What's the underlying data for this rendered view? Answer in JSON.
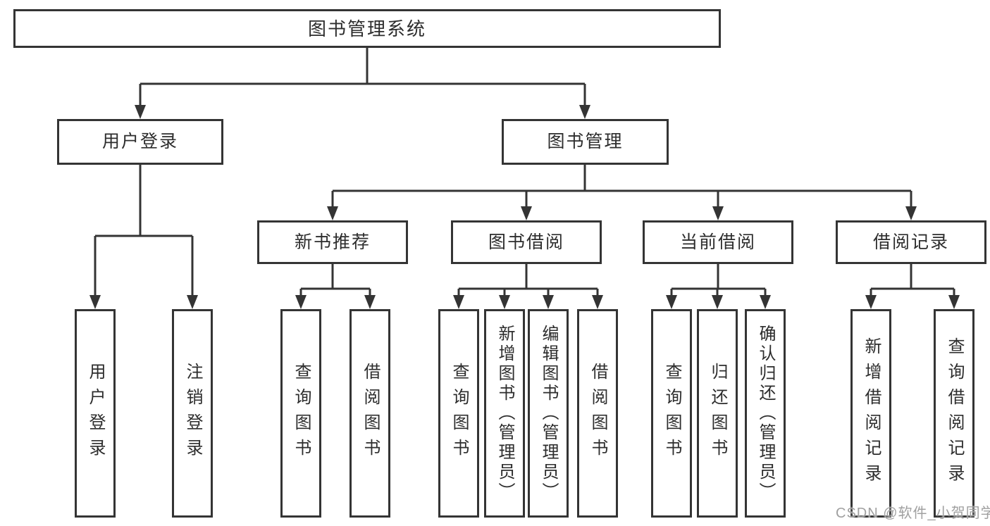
{
  "diagram": {
    "root": {
      "label": "图书管理系统"
    },
    "branches": [
      {
        "label": "用户登录",
        "children": [
          {
            "label": "用户登录"
          },
          {
            "label": "注销登录"
          }
        ]
      },
      {
        "label": "图书管理",
        "children": [
          {
            "label": "新书推荐",
            "children": [
              {
                "label": "查询图书"
              },
              {
                "label": "借阅图书"
              }
            ]
          },
          {
            "label": "图书借阅",
            "children": [
              {
                "label": "查询图书"
              },
              {
                "label": "新增图书（管理员）"
              },
              {
                "label": "编辑图书（管理员）"
              },
              {
                "label": "借阅图书"
              }
            ]
          },
          {
            "label": "当前借阅",
            "children": [
              {
                "label": "查询图书"
              },
              {
                "label": "归还图书"
              },
              {
                "label": "确认归还（管理员）"
              }
            ]
          },
          {
            "label": "借阅记录",
            "children": [
              {
                "label": "新增借阅记录"
              },
              {
                "label": "查询借阅记录"
              }
            ]
          }
        ]
      }
    ],
    "watermark": "CSDN @软件_小贺同学",
    "colors": {
      "line": "#343434",
      "text": "#2d2d2d",
      "watermark": "#a0a0a0",
      "background": "#ffffff"
    }
  }
}
